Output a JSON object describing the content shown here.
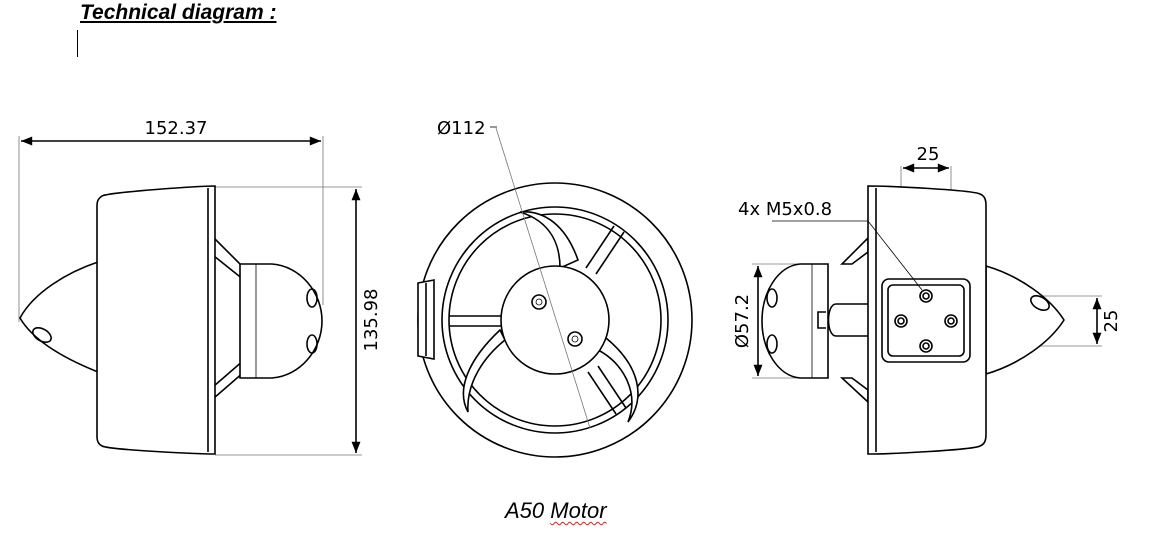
{
  "header": {
    "title": "Technical diagram :"
  },
  "figure": {
    "caption_model": "A50",
    "caption_word": "Motor"
  },
  "dimensions": {
    "side_length": "152.37",
    "side_height": "135.98",
    "duct_diameter": "Ø112",
    "screw_label": "4x M5x0.8",
    "bolt_spacing_h": "25",
    "bolt_spacing_v": "25",
    "hub_diameter": "Ø57.2"
  }
}
